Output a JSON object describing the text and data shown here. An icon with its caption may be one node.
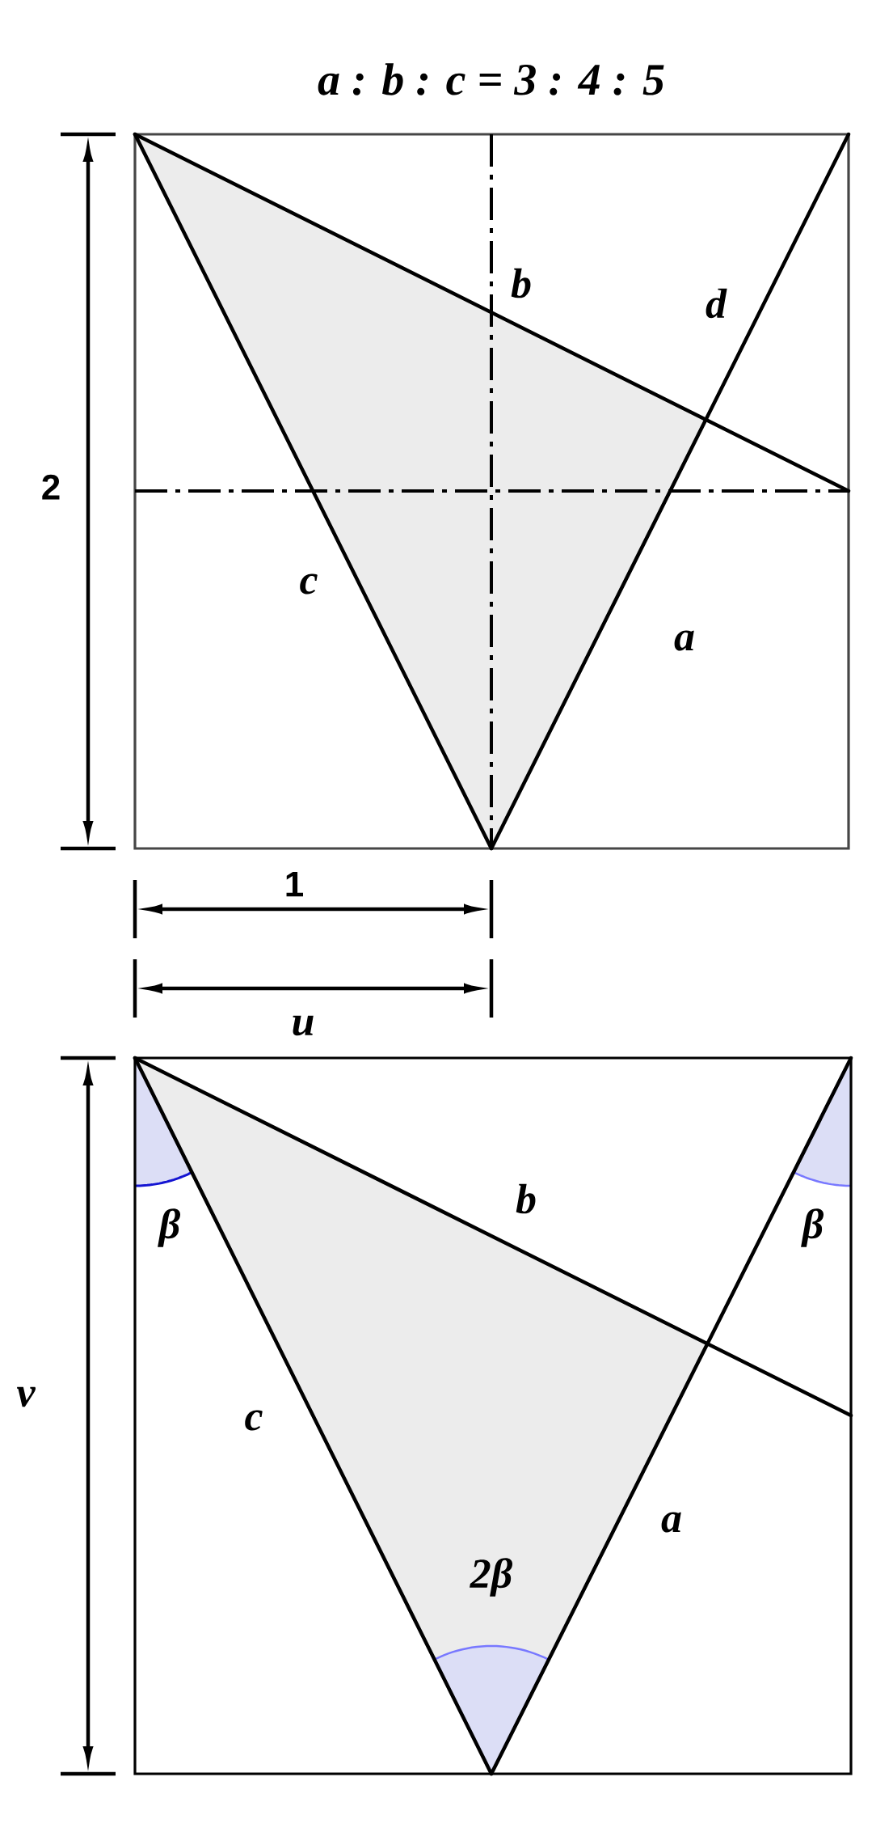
{
  "diagram": {
    "title": "a : b : c = 3 : 4 : 5",
    "labels": [
      "b",
      "d",
      "2",
      "c",
      "a",
      "1",
      "u",
      "b",
      "β",
      "β",
      "v",
      "c",
      "a",
      "2β"
    ]
  }
}
